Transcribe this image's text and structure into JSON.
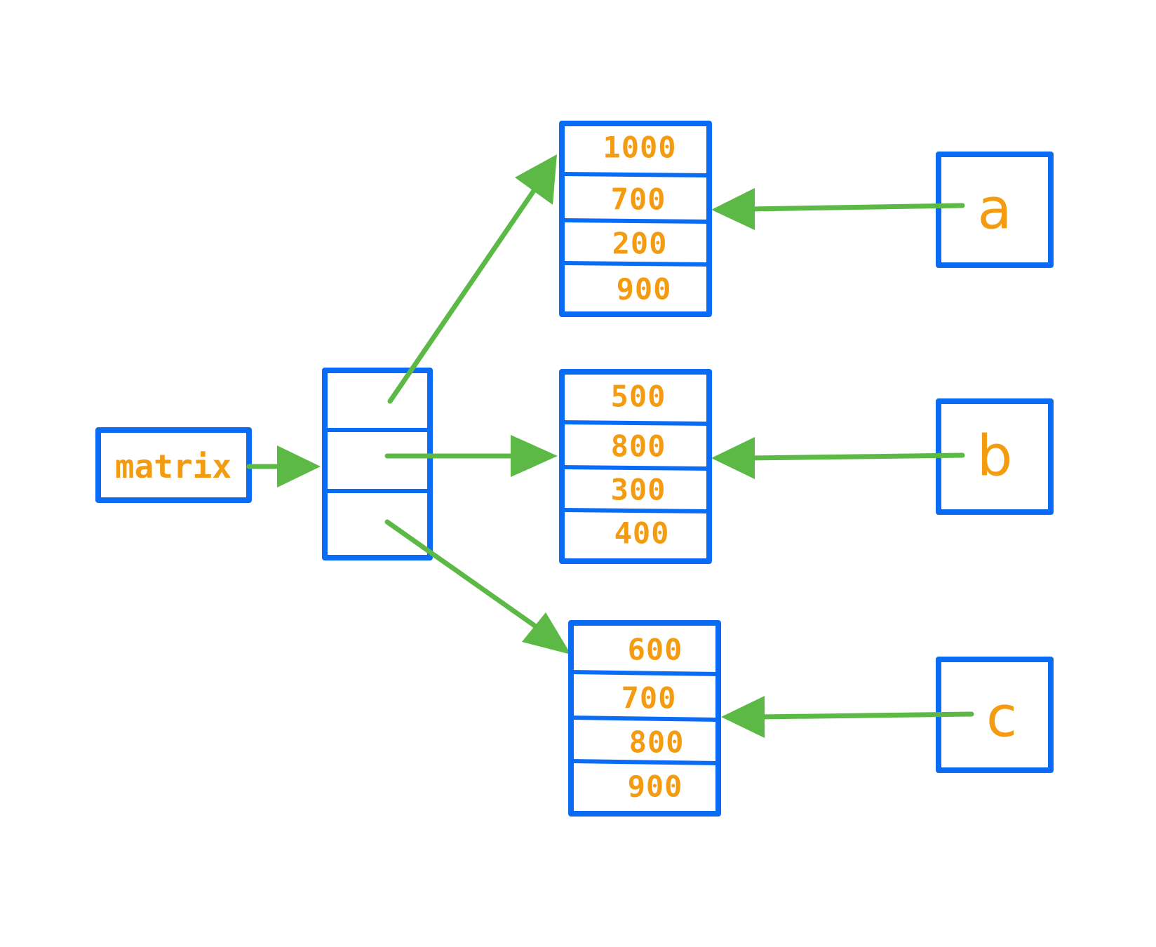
{
  "diagram": {
    "matrix_label": "matrix",
    "rows": [
      {
        "var": "a",
        "values": [
          "1000",
          "700",
          "200",
          "900"
        ]
      },
      {
        "var": "b",
        "values": [
          "500",
          "800",
          "300",
          "400"
        ]
      },
      {
        "var": "c",
        "values": [
          "600",
          "700",
          "800",
          "900"
        ]
      }
    ],
    "colors": {
      "box_stroke": "#0a6cf5",
      "arrow": "#5cb946",
      "text": "#f39c12"
    }
  }
}
